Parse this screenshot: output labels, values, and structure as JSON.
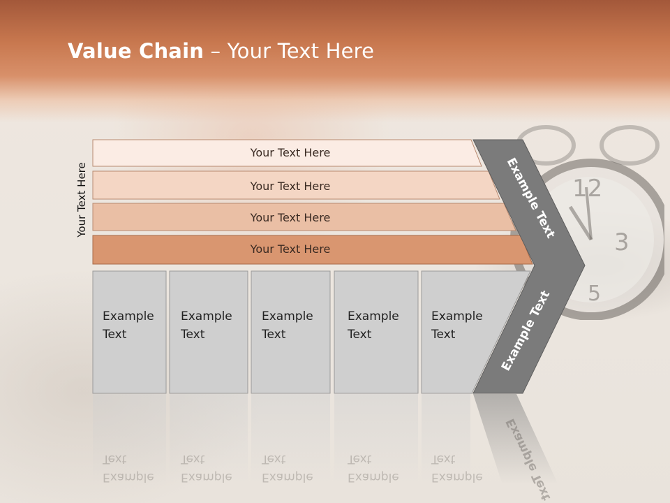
{
  "slide": {
    "title_bold": "Value Chain",
    "title_rest": " – Your Text Here",
    "side_label": "Your Text Here"
  },
  "bars": [
    {
      "label": "Your Text Here",
      "color": "#fbece4"
    },
    {
      "label": "Your Text Here",
      "color": "#f4d6c4"
    },
    {
      "label": "Your Text Here",
      "color": "#eabfa5"
    },
    {
      "label": "Your Text Here",
      "color": "#d99670"
    }
  ],
  "columns": [
    {
      "line1": "Example",
      "line2": "Text"
    },
    {
      "line1": "Example",
      "line2": "Text"
    },
    {
      "line1": "Example",
      "line2": "Text"
    },
    {
      "line1": "Example",
      "line2": "Text"
    },
    {
      "line1": "Example",
      "line2": "Text"
    }
  ],
  "arrow": {
    "upper_label": "Example Text",
    "lower_label": "Example Text",
    "color": "#7b7b7b"
  },
  "colors": {
    "header": "#c8784f",
    "column_fill": "#cfcfcf",
    "column_stroke": "#9a9a9a"
  }
}
